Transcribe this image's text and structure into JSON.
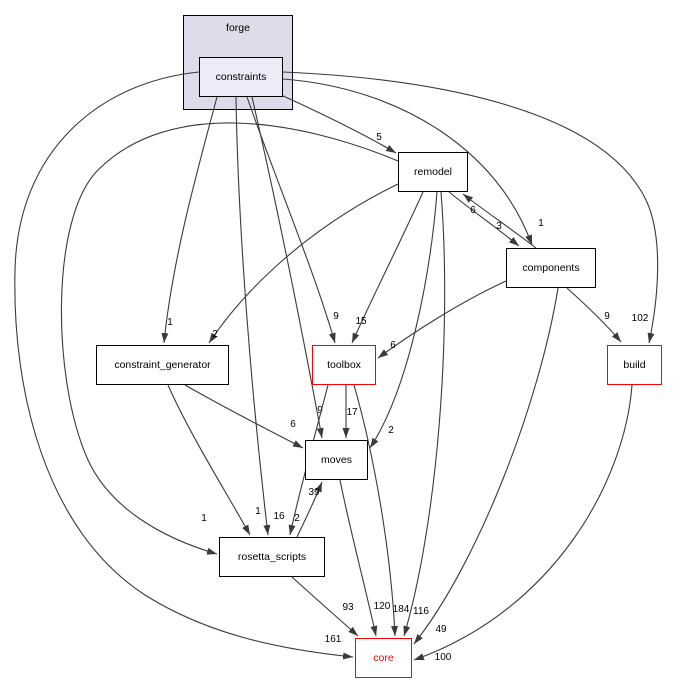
{
  "diagram": {
    "type": "directory-dependency-graph",
    "colors": {
      "cluster_fill": "#dcdcea",
      "current_node_fill": "#ececf8",
      "normal_border": "#000000",
      "truncated_border": "#ff0000",
      "core_text": "#ff0000",
      "edge": "#3a3a3a"
    },
    "cluster": {
      "id": "forge",
      "label": "forge"
    },
    "current_node": {
      "id": "constraints",
      "label": "constraints"
    },
    "nodes": [
      {
        "id": "remodel",
        "label": "remodel",
        "border": "#000000",
        "text": "#000000"
      },
      {
        "id": "components",
        "label": "components",
        "border": "#000000",
        "text": "#000000"
      },
      {
        "id": "constraint_generator",
        "label": "constraint_generator",
        "border": "#000000",
        "text": "#000000"
      },
      {
        "id": "toolbox",
        "label": "toolbox",
        "border": "#ff0000",
        "text": "#000000"
      },
      {
        "id": "build",
        "label": "build",
        "border": "#ff0000",
        "text": "#000000"
      },
      {
        "id": "moves",
        "label": "moves",
        "border": "#000000",
        "text": "#000000"
      },
      {
        "id": "rosetta_scripts",
        "label": "rosetta_scripts",
        "border": "#000000",
        "text": "#000000"
      },
      {
        "id": "core",
        "label": "core",
        "border": "#ff0000",
        "text": "#ff0000"
      }
    ],
    "edges": [
      {
        "from": "constraints",
        "to": "remodel",
        "count": "5"
      },
      {
        "from": "constraints",
        "to": "components",
        "count": "1"
      },
      {
        "from": "constraints",
        "to": "constraint_generator",
        "count": "1"
      },
      {
        "from": "constraints",
        "to": "toolbox",
        "count": "9"
      },
      {
        "from": "constraints",
        "to": "moves",
        "count": "9"
      },
      {
        "from": "constraints",
        "to": "rosetta_scripts",
        "count": "16"
      },
      {
        "from": "constraints",
        "to": "core",
        "count": "161"
      },
      {
        "from": "constraints",
        "to": "build",
        "count": "102"
      },
      {
        "from": "remodel",
        "to": "components",
        "count": "3"
      },
      {
        "from": "components",
        "to": "remodel",
        "count": "6"
      },
      {
        "from": "remodel",
        "to": "constraint_generator",
        "count": "2"
      },
      {
        "from": "remodel",
        "to": "toolbox",
        "count": "15"
      },
      {
        "from": "remodel",
        "to": "moves",
        "count": "2"
      },
      {
        "from": "remodel",
        "to": "core",
        "count": "116"
      },
      {
        "from": "remodel",
        "to": "rosetta_scripts",
        "count": "1"
      },
      {
        "from": "components",
        "to": "toolbox",
        "count": "6"
      },
      {
        "from": "components",
        "to": "build",
        "count": "9"
      },
      {
        "from": "components",
        "to": "core",
        "count": "49"
      },
      {
        "from": "constraint_generator",
        "to": "moves",
        "count": "6"
      },
      {
        "from": "constraint_generator",
        "to": "rosetta_scripts",
        "count": "1"
      },
      {
        "from": "toolbox",
        "to": "moves",
        "count": "17"
      },
      {
        "from": "toolbox",
        "to": "rosetta_scripts",
        "count": "2"
      },
      {
        "from": "toolbox",
        "to": "core",
        "count": "184"
      },
      {
        "from": "moves",
        "to": "core",
        "count": "120"
      },
      {
        "from": "rosetta_scripts",
        "to": "moves",
        "count": "39"
      },
      {
        "from": "rosetta_scripts",
        "to": "core",
        "count": "93"
      },
      {
        "from": "build",
        "to": "core",
        "count": "100"
      }
    ]
  }
}
